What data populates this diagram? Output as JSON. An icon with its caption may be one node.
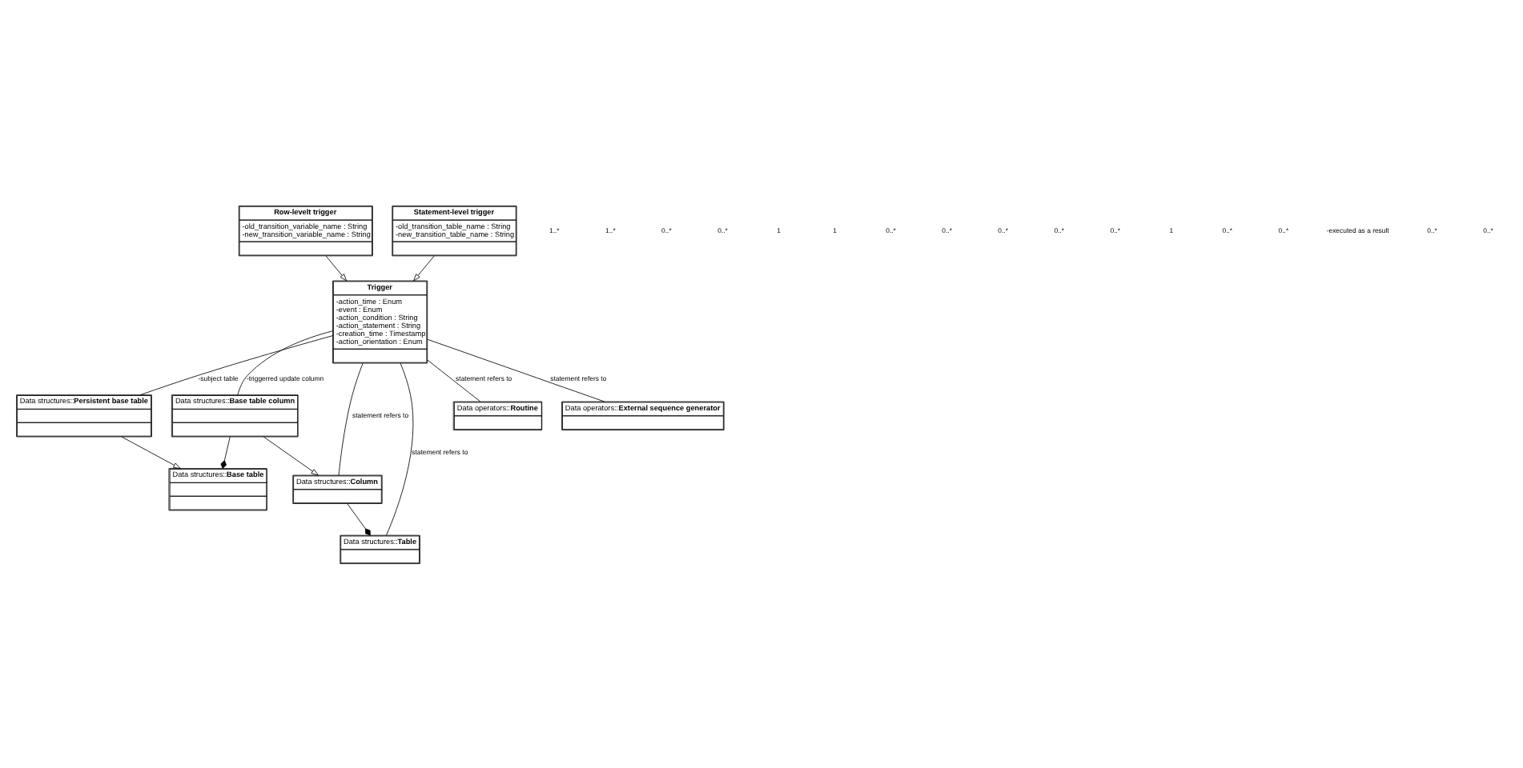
{
  "diagram": {
    "nodes": [
      {
        "text": [
          "Data structures::**Base table column**"
        ]
      },
      {
        "text": [
          "Data structures::**Column**"
        ]
      },
      {
        "text": [
          "Data structures::**Base table**"
        ]
      },
      {
        "text": [
          "Trigger",
          "-action_time : Enum",
          "-event : Enum",
          "-action_condition : String",
          "-action_statement : String",
          "-creation_time : Timestamp",
          "-action_orientation : Enum"
        ]
      },
      {
        "text": [
          "Data structures::**Table**"
        ]
      },
      {
        "text": [
          "Data structures::**Persistent base table**"
        ]
      },
      {
        "text": [
          "Data operators::**Routine**"
        ]
      },
      {
        "text": [
          "Row-levelt trigger",
          "-old_transition_variable_name : String",
          "-new_transition_variable_name : String"
        ]
      },
      {
        "text": [
          "Statement-level trigger",
          "-old_transition_table_name : String",
          "-new_transition_table_name : String"
        ]
      },
      {
        "text": [
          "Data operators::**External sequence generator**"
        ]
      }
    ],
    "edges": [
      {
        "from": 0,
        "to": 1,
        "arrow": "to"
      },
      {
        "from": 0,
        "to": 2,
        "arrow": "other"
      },
      {
        "from": 3,
        "to": 0,
        "arrow": "none",
        "label": "-triggerred update column"
      },
      {
        "from": 3,
        "to": 1,
        "arrow": "none",
        "label": "statement refers to"
      },
      {
        "from": 3,
        "to": 4,
        "arrow": "none",
        "label": "statement refers to"
      },
      {
        "from": 3,
        "to": 5,
        "arrow": "none",
        "label": "-subject table"
      },
      {
        "from": 1,
        "to": 4,
        "arrow": "other"
      },
      {
        "from": 5,
        "to": 2,
        "arrow": "to"
      },
      {
        "from": 3,
        "to": 6,
        "arrow": "none",
        "label": "statement refers to"
      },
      {
        "from": 7,
        "to": 3,
        "arrow": "to"
      },
      {
        "from": 8,
        "to": 3,
        "arrow": "to"
      },
      {
        "from": 3,
        "to": 9,
        "arrow": "none",
        "label": "statement refers to"
      }
    ],
    "labels": [
      "1..*",
      "1..*",
      "0..*",
      "0..*",
      "1",
      "1",
      "0..*",
      "0..*",
      "0..*",
      "0..*",
      "0..*",
      "1",
      "0..*",
      "0..*",
      "-executed as a result",
      "0..*",
      "0..*"
    ]
  }
}
